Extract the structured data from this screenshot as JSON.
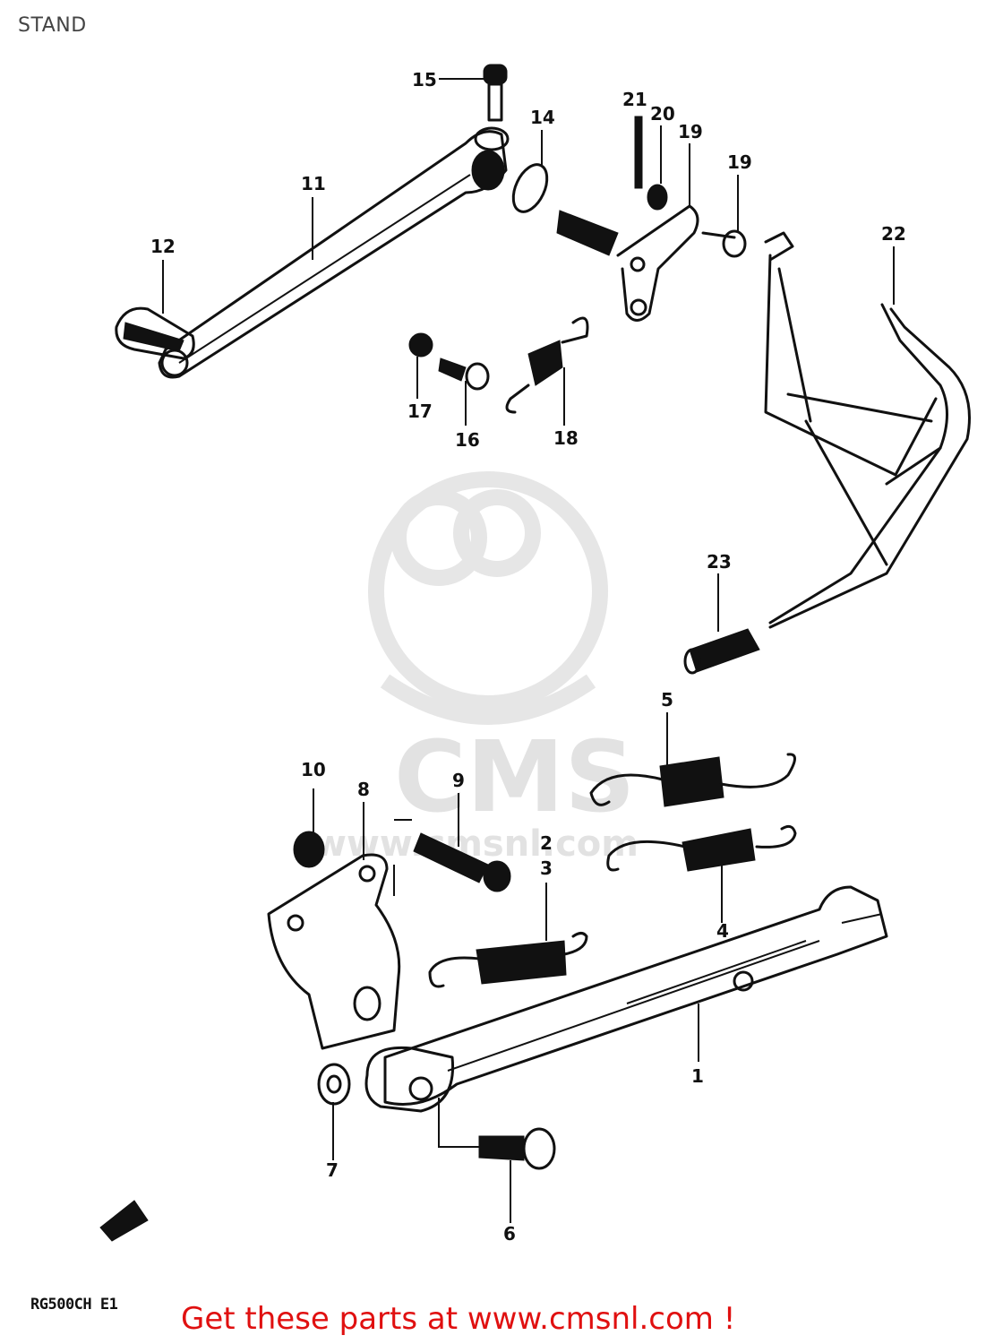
{
  "page": {
    "title": "STAND"
  },
  "diagram": {
    "model_code": "RG500CH E1",
    "watermark": {
      "brand": "CMS",
      "url": "www.cmsnl.com"
    },
    "parts": [
      {
        "ref": "1"
      },
      {
        "ref": "2"
      },
      {
        "ref": "3"
      },
      {
        "ref": "4"
      },
      {
        "ref": "5"
      },
      {
        "ref": "6"
      },
      {
        "ref": "7"
      },
      {
        "ref": "8"
      },
      {
        "ref": "9"
      },
      {
        "ref": "10"
      },
      {
        "ref": "11"
      },
      {
        "ref": "12"
      },
      {
        "ref": "14"
      },
      {
        "ref": "15"
      },
      {
        "ref": "16"
      },
      {
        "ref": "17"
      },
      {
        "ref": "18"
      },
      {
        "ref": "19"
      },
      {
        "ref": "19"
      },
      {
        "ref": "20"
      },
      {
        "ref": "21"
      },
      {
        "ref": "22"
      },
      {
        "ref": "23"
      }
    ]
  },
  "footer": {
    "link_text": "Get these parts at www.cmsnl.com !"
  }
}
